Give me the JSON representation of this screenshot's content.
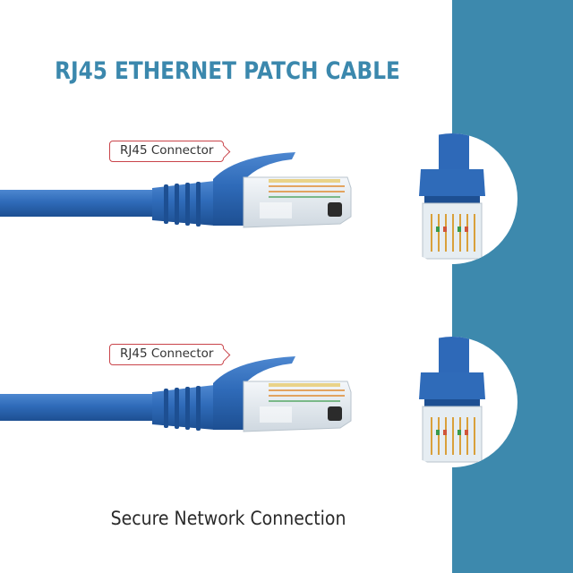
{
  "title": "RJ45 ETHERNET PATCH CABLE",
  "callouts": [
    {
      "label": "RJ45 Connector"
    },
    {
      "label": "RJ45 Connector"
    }
  ],
  "caption": "Secure Network Connection",
  "colors": {
    "accent": "#3d89ad",
    "cable": "#2e69b8",
    "callout_border": "#c9444a"
  },
  "icons": [
    "rj45-plug-side-view",
    "rj45-plug-front-view"
  ]
}
